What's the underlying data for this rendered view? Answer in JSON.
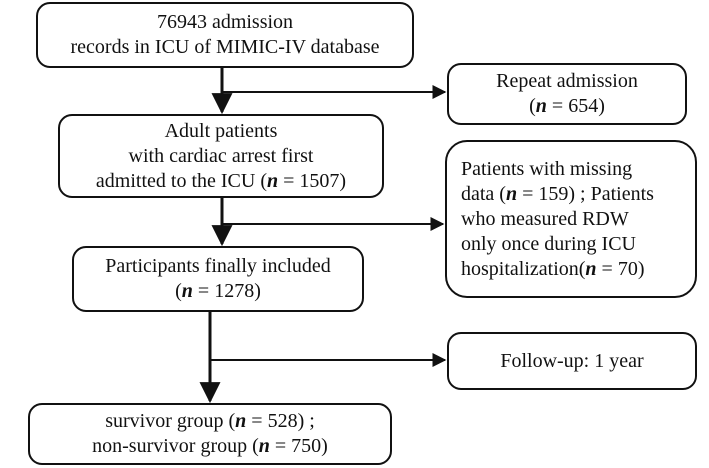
{
  "boxes": {
    "admission_records": {
      "lines": [
        [
          {
            "t": "76943 admission"
          }
        ],
        [
          {
            "t": "records in ICU of MIMIC-IV database"
          }
        ]
      ]
    },
    "repeat_admission": {
      "lines": [
        [
          {
            "t": "Repeat admission"
          }
        ],
        [
          {
            "t": "("
          },
          {
            "t": "n",
            "n": true
          },
          {
            "t": " = 654)"
          }
        ]
      ]
    },
    "adult_patients": {
      "lines": [
        [
          {
            "t": "Adult patients"
          }
        ],
        [
          {
            "t": "with cardiac arrest first"
          }
        ],
        [
          {
            "t": "admitted to the ICU ("
          },
          {
            "t": "n",
            "n": true
          },
          {
            "t": " = 1507)"
          }
        ]
      ]
    },
    "excluded_missing": {
      "lines": [
        [
          {
            "t": "Patients with missing"
          }
        ],
        [
          {
            "t": "data ("
          },
          {
            "t": "n",
            "n": true
          },
          {
            "t": " = 159) ; Patients"
          }
        ],
        [
          {
            "t": "who measured RDW"
          }
        ],
        [
          {
            "t": "only once during ICU"
          }
        ],
        [
          {
            "t": "hospitalization("
          },
          {
            "t": "n",
            "n": true
          },
          {
            "t": " = 70)"
          }
        ]
      ]
    },
    "participants_included": {
      "lines": [
        [
          {
            "t": "Participants finally included"
          }
        ],
        [
          {
            "t": "("
          },
          {
            "t": "n",
            "n": true
          },
          {
            "t": " = 1278)"
          }
        ]
      ]
    },
    "follow_up": {
      "lines": [
        [
          {
            "t": "Follow-up: 1 year"
          }
        ]
      ]
    },
    "outcome_groups": {
      "lines": [
        [
          {
            "t": "survivor group ("
          },
          {
            "t": "n",
            "n": true
          },
          {
            "t": " = 528) ;"
          }
        ],
        [
          {
            "t": "non-survivor group ("
          },
          {
            "t": "n",
            "n": true
          },
          {
            "t": " = 750)"
          }
        ]
      ]
    }
  },
  "colors": {
    "stroke": "#111111",
    "background": "#ffffff"
  }
}
